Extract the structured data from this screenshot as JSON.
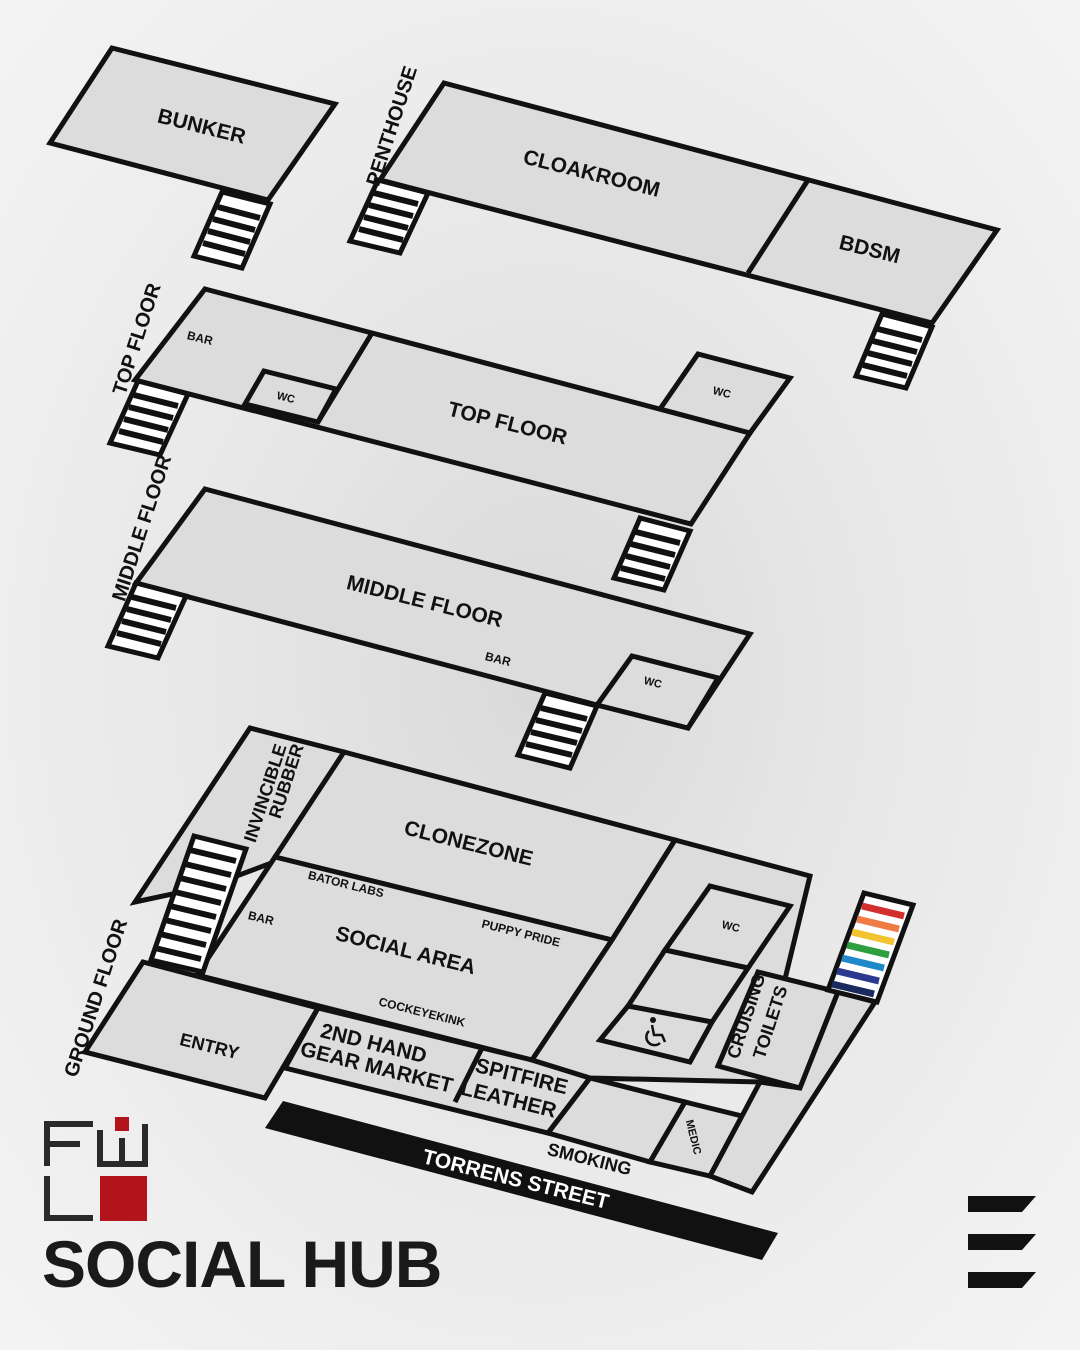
{
  "map": {
    "levels": {
      "penthouse": {
        "level_label": "PENTHOUSE",
        "rooms": {
          "cloakroom": "CLOAKROOM",
          "bdsm": "BDSM"
        }
      },
      "bunker": {
        "rooms": {
          "bunker": "BUNKER"
        }
      },
      "top_floor": {
        "level_label": "TOP FLOOR",
        "rooms": {
          "main": "TOP FLOOR",
          "bar": "BAR",
          "wc_left": "WC",
          "wc_right": "WC"
        }
      },
      "middle_floor": {
        "level_label": "MIDDLE FLOOR",
        "rooms": {
          "main": "MIDDLE FLOOR",
          "bar": "BAR",
          "wc": "WC"
        }
      },
      "ground_floor": {
        "level_label": "GROUND FLOOR",
        "rooms": {
          "invincible_rubber_line1": "INVINCIBLE",
          "invincible_rubber_line2": "RUBBER",
          "clonezone": "CLONEZONE",
          "bator_labs": "BATOR LABS",
          "puppy_pride": "PUPPY PRIDE",
          "bar": "BAR",
          "social_area": "SOCIAL AREA",
          "cockeyekink": "COCKEYEKINK",
          "entry": "ENTRY",
          "gear_market_line1": "2ND HAND",
          "gear_market_line2": "GEAR MARKET",
          "spitfire_line1": "SPITFIRE",
          "spitfire_line2": "LEATHER",
          "smoking": "SMOKING",
          "medic": "MEDIC",
          "wc": "WC",
          "cruising_line1": "CRUISING",
          "cruising_line2": "TOILETS"
        }
      }
    },
    "street": "TORRENS STREET",
    "accessible_icon": "wheelchair-icon",
    "rainbow_stair_colors": [
      "#d32f2f",
      "#ef7b45",
      "#f2c230",
      "#2e9e3e",
      "#1e88c8",
      "#2b3a8f",
      "#1b2a5e"
    ]
  },
  "branding": {
    "logo_letters": "FLW",
    "title": "SOCIAL HUB",
    "accent": "#b3141c",
    "menu_icon": "menu-bars-icon"
  },
  "colors": {
    "room_fill": "#dcdcdc",
    "outline": "#111111",
    "street": "#111111"
  }
}
